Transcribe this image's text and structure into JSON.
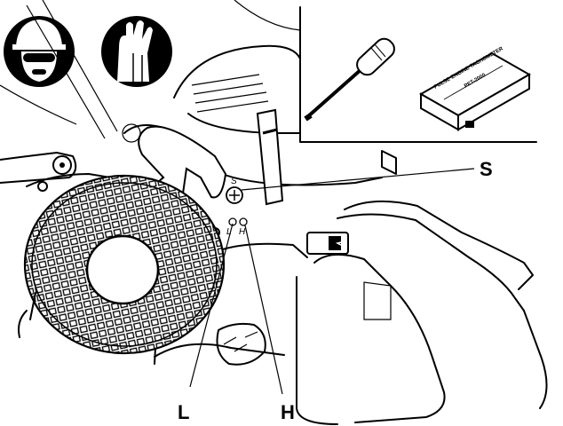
{
  "callouts": {
    "s": "S",
    "l": "L",
    "h": "H"
  },
  "small_marks": {
    "s": "S",
    "l": "L",
    "h": "H"
  },
  "tachometer": {
    "brand": "PULSE",
    "name": "ENGINE TACHOMETER",
    "model": "PET-2000"
  },
  "safety_icons": [
    "face-shield-helmet-icon",
    "gloves-icon"
  ],
  "tools": [
    "screwdriver-icon",
    "engine-tachometer-icon"
  ]
}
